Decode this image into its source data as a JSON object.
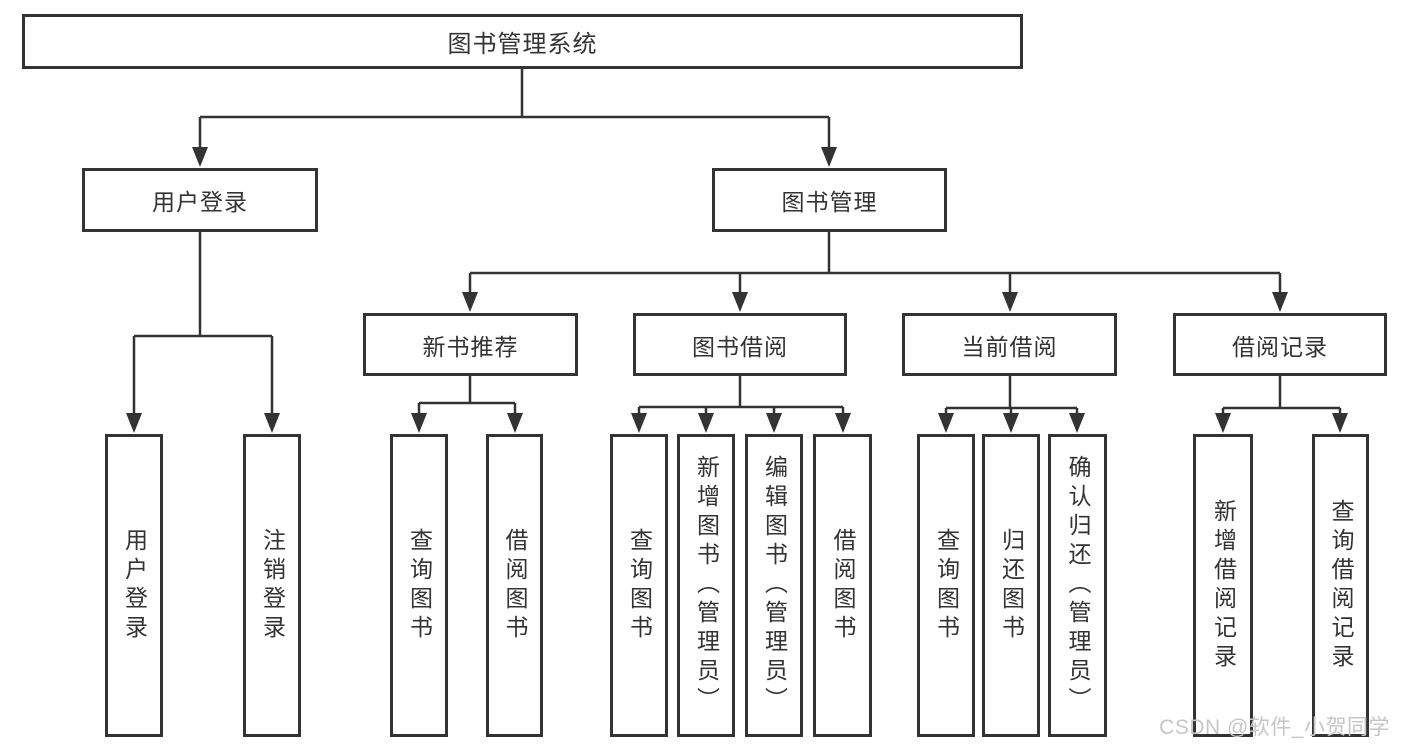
{
  "title": {
    "label": "图书管理系统"
  },
  "nodes": {
    "level2": [
      {
        "label": "用户登录"
      },
      {
        "label": "图书管理"
      }
    ],
    "level3": [
      {
        "label": "新书推荐"
      },
      {
        "label": "图书借阅"
      },
      {
        "label": "当前借阅"
      },
      {
        "label": "借阅记录"
      }
    ],
    "leaves": [
      {
        "label": "用户登录"
      },
      {
        "label": "注销登录"
      },
      {
        "label": "查询图书"
      },
      {
        "label": "借阅图书"
      },
      {
        "label": "查询图书"
      },
      {
        "label": "新增图书（管理员）"
      },
      {
        "label": "编辑图书（管理员）"
      },
      {
        "label": "借阅图书"
      },
      {
        "label": "查询图书"
      },
      {
        "label": "归还图书"
      },
      {
        "label": "确认归还（管理员）"
      },
      {
        "label": "新增借阅记录"
      },
      {
        "label": "查询借阅记录"
      }
    ]
  },
  "watermark": {
    "text": "CSDN @软件_小贺同学"
  },
  "colors": {
    "line": "#333333",
    "box_border": "#333333",
    "text": "#333333",
    "watermark": "#c6c6c6",
    "background": "#ffffff"
  }
}
